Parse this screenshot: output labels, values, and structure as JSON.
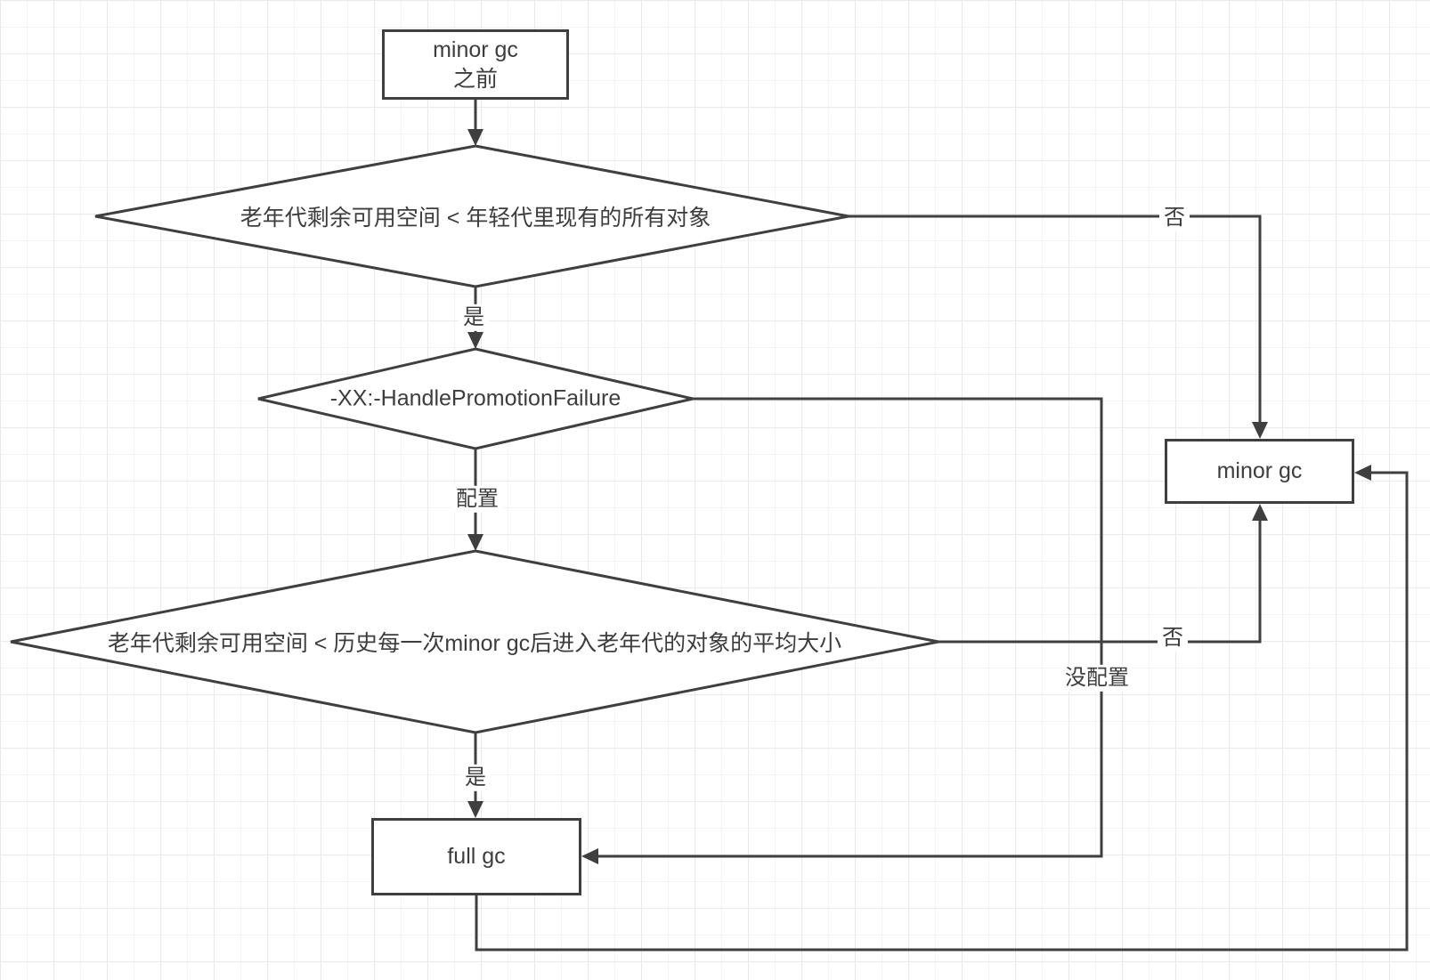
{
  "diagram": {
    "nodes": {
      "start": {
        "line1": "minor gc",
        "line2": "之前"
      },
      "decision_space_vs_young": {
        "label": "老年代剩余可用空间 < 年轻代里现有的所有对象"
      },
      "decision_handle_promotion_failure": {
        "label": "-XX:-HandlePromotionFailure"
      },
      "decision_space_vs_avg_promoted": {
        "label": "老年代剩余可用空间 < 历史每一次minor gc后进入老年代的对象的平均大小"
      },
      "minor_gc": {
        "label": "minor gc"
      },
      "full_gc": {
        "label": "full gc"
      }
    },
    "edge_labels": {
      "yes_1": "是",
      "no_1": "否",
      "configured": "配置",
      "not_configured": "没配置",
      "yes_2": "是",
      "no_2": "否"
    },
    "colors": {
      "line": "#3f3f3f",
      "text": "#3d3d3d",
      "node_fill": "#ffffff",
      "grid_minor": "#f4f4f7",
      "grid_major": "#e9e9ee",
      "background": "#ffffff"
    }
  }
}
